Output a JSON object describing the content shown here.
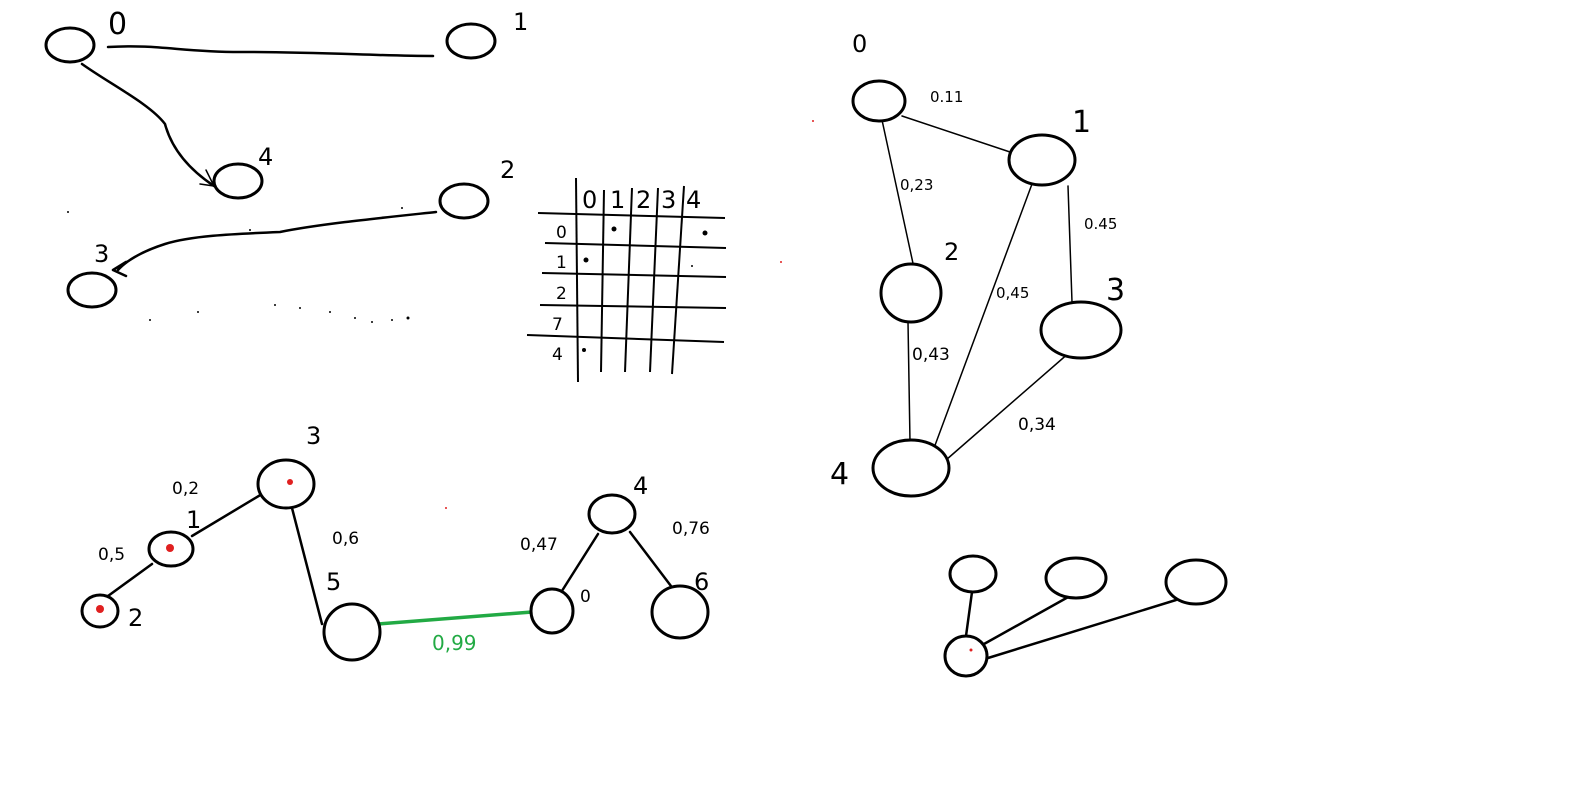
{
  "diagram1": {
    "labels": {
      "n0": "0",
      "n1": "1",
      "n2": "2",
      "n3": "3",
      "n4": "4"
    }
  },
  "matrix": {
    "col_headers": [
      "0",
      "1",
      "2",
      "3",
      "4"
    ],
    "row_headers": [
      "0",
      "1",
      "2",
      "7",
      "4"
    ]
  },
  "diagram2": {
    "labels": {
      "n0": "0",
      "n1": "1",
      "n2": "2",
      "n3": "3",
      "n4": "4"
    },
    "weights": {
      "w01": "0.11",
      "w02": "0,23",
      "w13": "0.45",
      "w14": "0,45",
      "w24": "0,43",
      "w34": "0,34"
    }
  },
  "diagram3": {
    "labels": {
      "n1": "1",
      "n2": "2",
      "n3": "3",
      "n5": "5",
      "n0": "0",
      "n4": "4",
      "n6": "6"
    },
    "weights": {
      "w12": "0,5",
      "w13": "0,2",
      "w35": "0,6",
      "w50": "0,99",
      "w04": "0,47",
      "w46": "0,76"
    }
  },
  "colors": {
    "ink": "#000000",
    "highlight": "#22aa44",
    "marker": "#e02020"
  }
}
